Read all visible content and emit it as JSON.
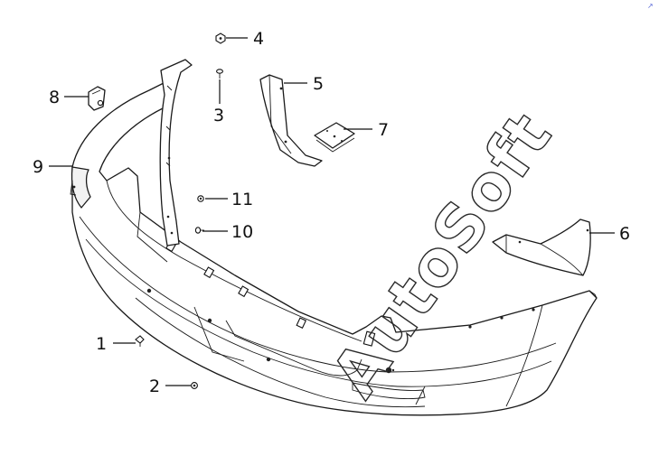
{
  "watermark": {
    "text": "AutoSoft"
  },
  "corner_mark": {
    "text": "↗"
  },
  "callouts": [
    {
      "id": "1",
      "label": "1"
    },
    {
      "id": "2",
      "label": "2"
    },
    {
      "id": "3",
      "label": "3"
    },
    {
      "id": "4",
      "label": "4"
    },
    {
      "id": "5",
      "label": "5"
    },
    {
      "id": "6",
      "label": "6"
    },
    {
      "id": "7",
      "label": "7"
    },
    {
      "id": "8",
      "label": "8"
    },
    {
      "id": "9",
      "label": "9"
    },
    {
      "id": "10",
      "label": "10"
    },
    {
      "id": "11",
      "label": "11"
    }
  ]
}
